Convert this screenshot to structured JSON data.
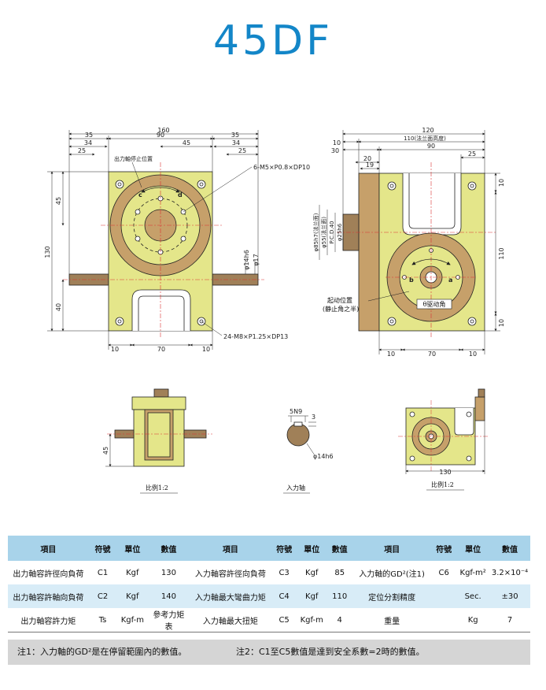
{
  "title": "45DF",
  "colors": {
    "title": "#1386c8",
    "body": "#e4e68a",
    "flange": "#c6a06a",
    "shaft": "#a08058",
    "header": "#a8d3ea",
    "row_alt": "#d8ecf7",
    "notes_bg": "#d5d5d5"
  },
  "front_view": {
    "dims": [
      "160",
      "35",
      "90",
      "35",
      "34",
      "45",
      "34",
      "25",
      "25",
      "45",
      "130",
      "40",
      "10",
      "70",
      "10"
    ],
    "labels": {
      "stop_position": "出力軸停止位置",
      "tapped_holes_top": "6-M5×P0.8×DP10",
      "shaft_dia1": "φ14h6",
      "shaft_dia2": "φ17",
      "tapped_holes_bottom": "24-M8×P1.25×DP13",
      "rot_c": "c",
      "rot_d": "d"
    }
  },
  "side_view": {
    "dims": [
      "120",
      "10",
      "110(法兰面高度)",
      "30",
      "90",
      "25",
      "20",
      "19",
      "10",
      "110",
      "10",
      "10",
      "70",
      "10"
    ],
    "labels": {
      "dia_a": "φ85h7(法兰面)",
      "dia_b": "φ55(法兰面)",
      "pcd": "P.C.D.40",
      "dia_c": "φ25h6",
      "start_position": "起动位置",
      "start_position_sub": "(静止角之半)",
      "drive_angle": "θ驱动角",
      "rot_a": "a",
      "rot_b": "b"
    }
  },
  "small_views": {
    "dim_45": "45",
    "key": "5N9",
    "key_depth": "3",
    "shaft_dia": "φ14h6",
    "dim_130": "130",
    "scale_left": "比例1:2",
    "input_shaft": "入力轴",
    "scale_right": "比例1:2"
  },
  "spec_table": {
    "headers": [
      "項目",
      "符號",
      "單位",
      "數值",
      "項目",
      "符號",
      "單位",
      "數值",
      "項目",
      "符號",
      "單位",
      "數值"
    ],
    "rows": [
      [
        "出力軸容許徑向負荷",
        "C1",
        "Kgf",
        "130",
        "入力軸容許徑向負荷",
        "C3",
        "Kgf",
        "85",
        "入力軸的GD²(注1)",
        "C6",
        "Kgf-m²",
        "3.2×10⁻⁴"
      ],
      [
        "出力軸容許軸向負荷",
        "C2",
        "Kgf",
        "140",
        "入力軸最大彎曲力矩",
        "C4",
        "Kgf",
        "110",
        "定位分割精度",
        "",
        "Sec.",
        "±30"
      ],
      [
        "出力軸容許力矩",
        "Ts",
        "Kgf-m",
        "參考力矩表",
        "入力軸最大扭矩",
        "C5",
        "Kgf-m",
        "4",
        "重量",
        "",
        "Kg",
        "7"
      ]
    ]
  },
  "notes": {
    "note1": "注1：入力軸的GD²是在停留範圍內的數值。",
    "note2": "注2：C1至C5數值是達到安全系數=2時的數值。"
  }
}
